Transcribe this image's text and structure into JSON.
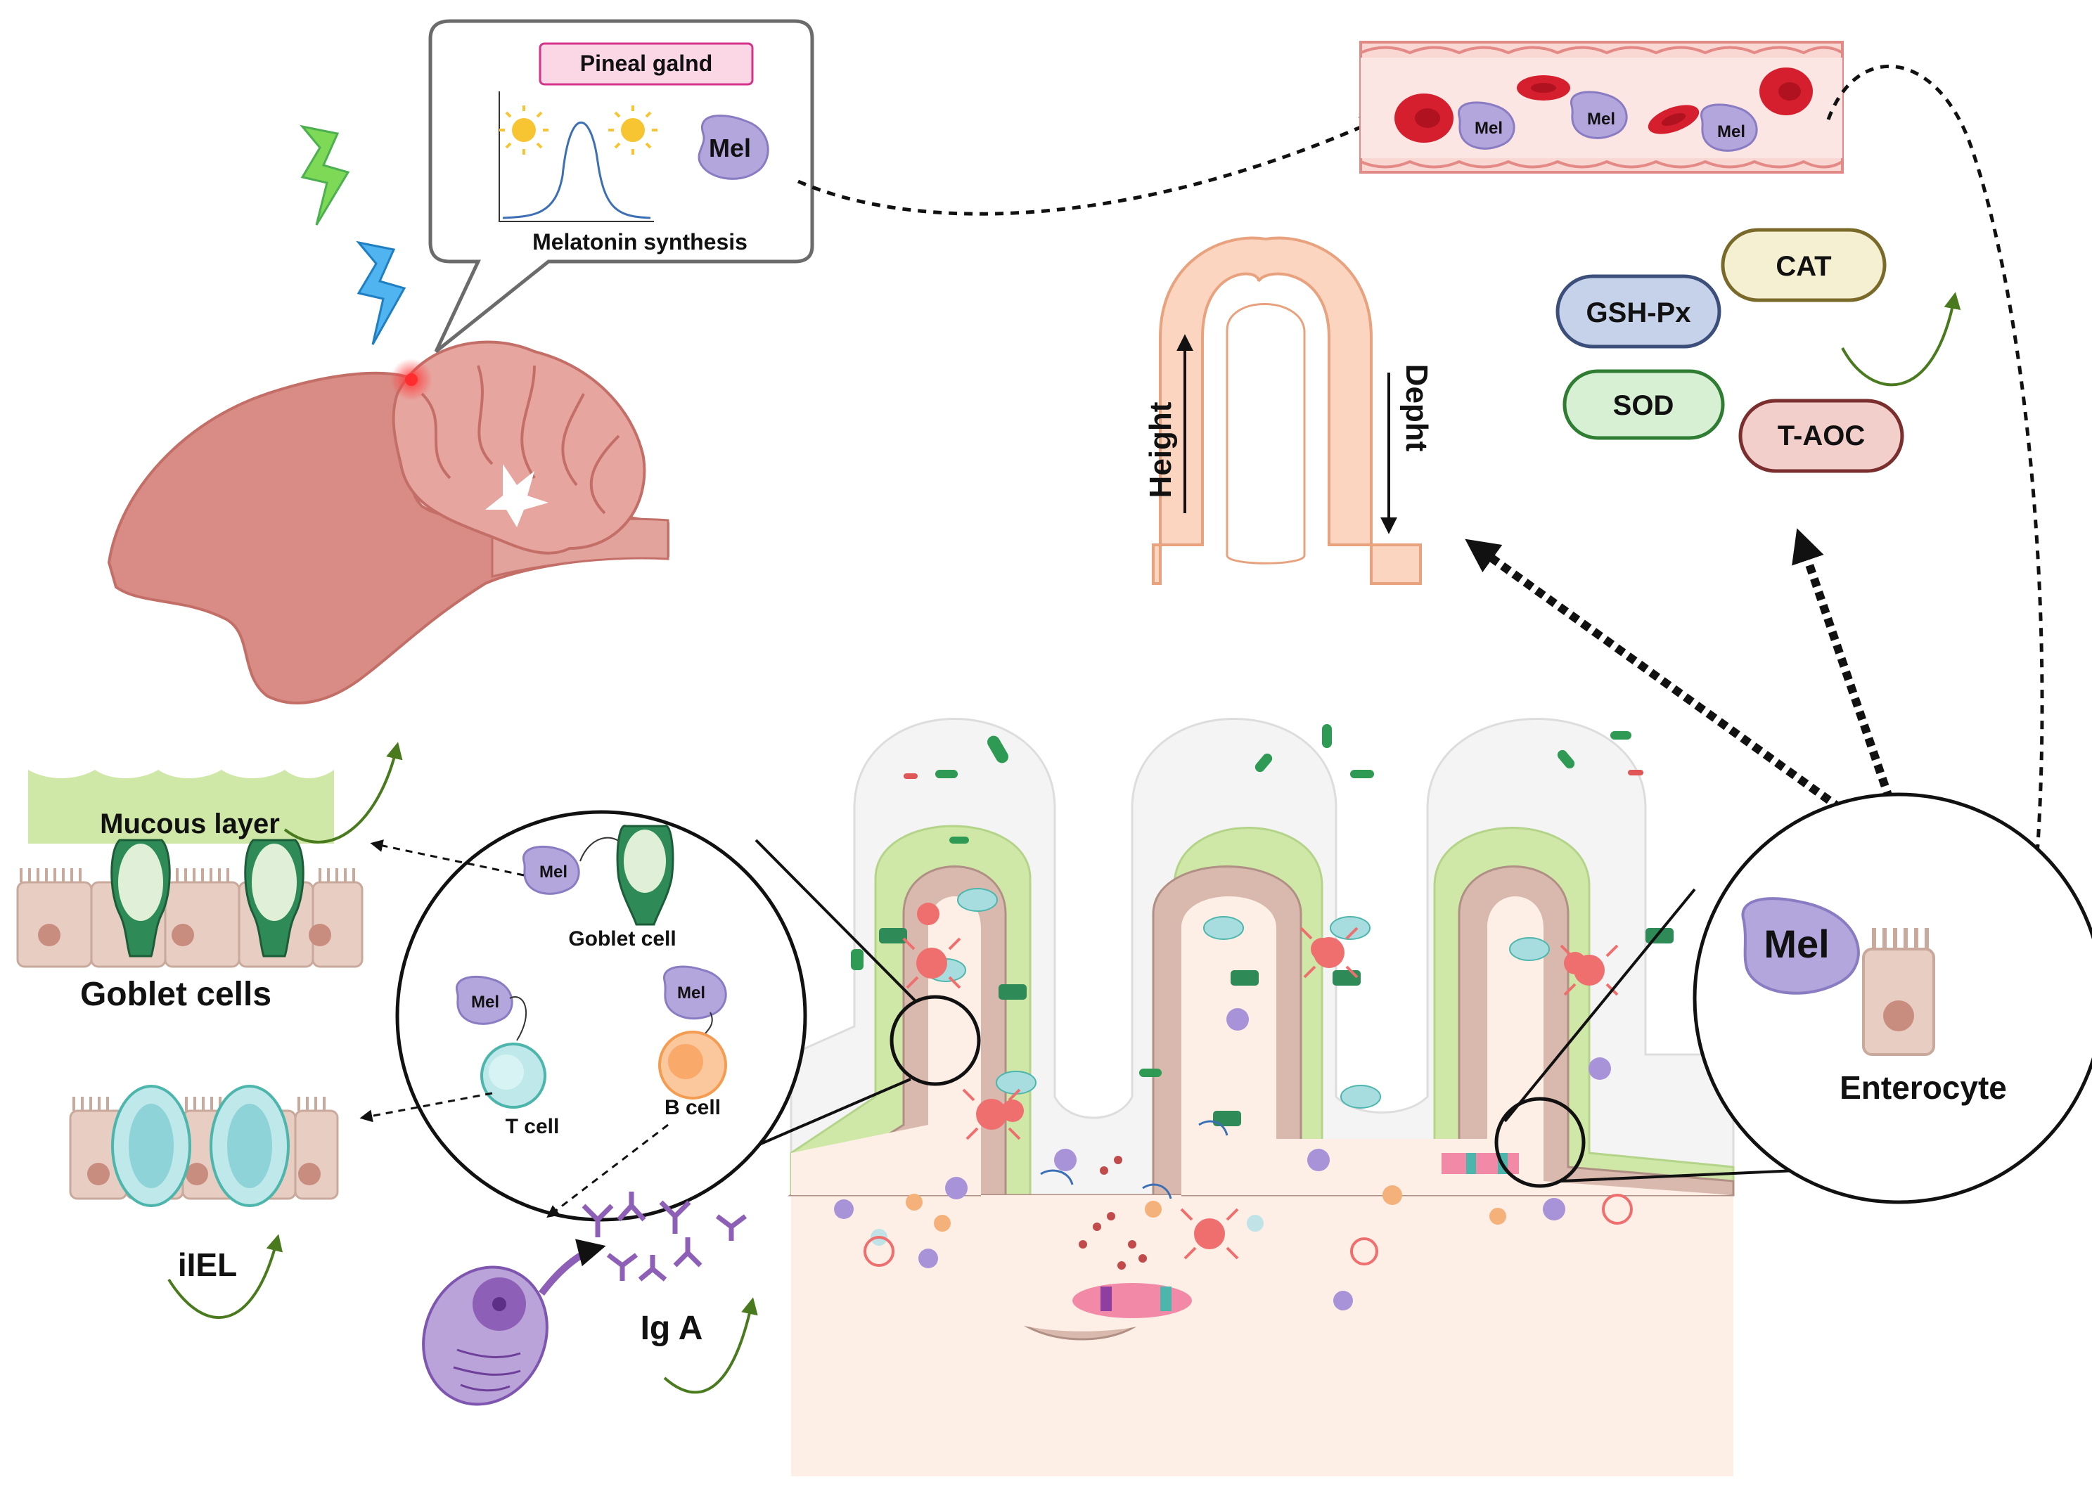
{
  "callout": {
    "pineal_label": "Pineal galnd",
    "mel": "Mel",
    "synthesis_label": "Melatonin synthesis"
  },
  "blood": {
    "mel_labels": [
      "Mel",
      "Mel",
      "Mel"
    ]
  },
  "enzymes": {
    "cat": "CAT",
    "gshpx": "GSH-Px",
    "sod": "SOD",
    "taoc": "T-AOC"
  },
  "villus": {
    "height_label": "Height",
    "depth_label": "Depht"
  },
  "left_panels": {
    "mucous_layer": "Mucous layer",
    "goblet_cells": "Goblet cells",
    "iiel": "iIEL",
    "iga": "Ig A"
  },
  "zoom_left": {
    "mel_goblet": "Mel",
    "goblet_cell": "Goblet cell",
    "mel_t": "Mel",
    "t_cell": "T cell",
    "mel_b": "Mel",
    "b_cell": "B cell"
  },
  "zoom_right": {
    "mel": "Mel",
    "enterocyte": "Enterocyte"
  },
  "colors": {
    "brain": "#d97b7b",
    "cerebellum": "#e8a09b",
    "mucus_green": "#cfe8a8",
    "goblet_green": "#2e8b57",
    "mel_purple": "#b3a6dd",
    "blood_vessel": "#f7d3cf",
    "rbc": "#d61f2e",
    "up_arrow_green": "#4a7a1e"
  }
}
